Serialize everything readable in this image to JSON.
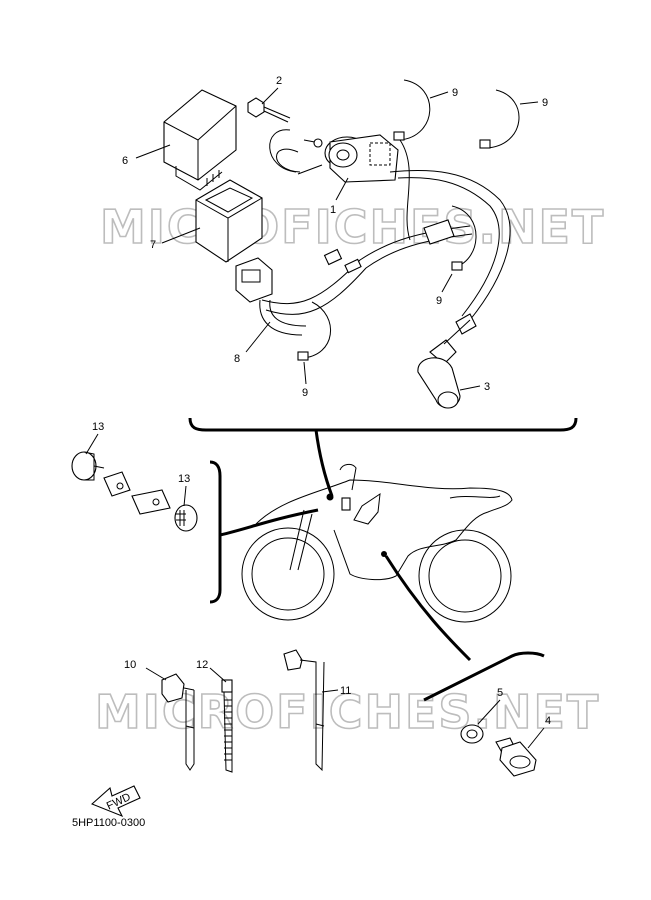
{
  "watermark": "MICROFICHES.NET",
  "diagram_code": "5HP1100-0300",
  "fwd_label": "FWD",
  "callouts": {
    "c1": "1",
    "c2": "2",
    "c3": "3",
    "c4": "4",
    "c5": "5",
    "c6": "6",
    "c7": "7",
    "c8": "8",
    "c9a": "9",
    "c9b": "9",
    "c9c": "9",
    "c9d": "9",
    "c10": "10",
    "c11": "11",
    "c12": "12",
    "c13a": "13",
    "c13b": "13"
  }
}
